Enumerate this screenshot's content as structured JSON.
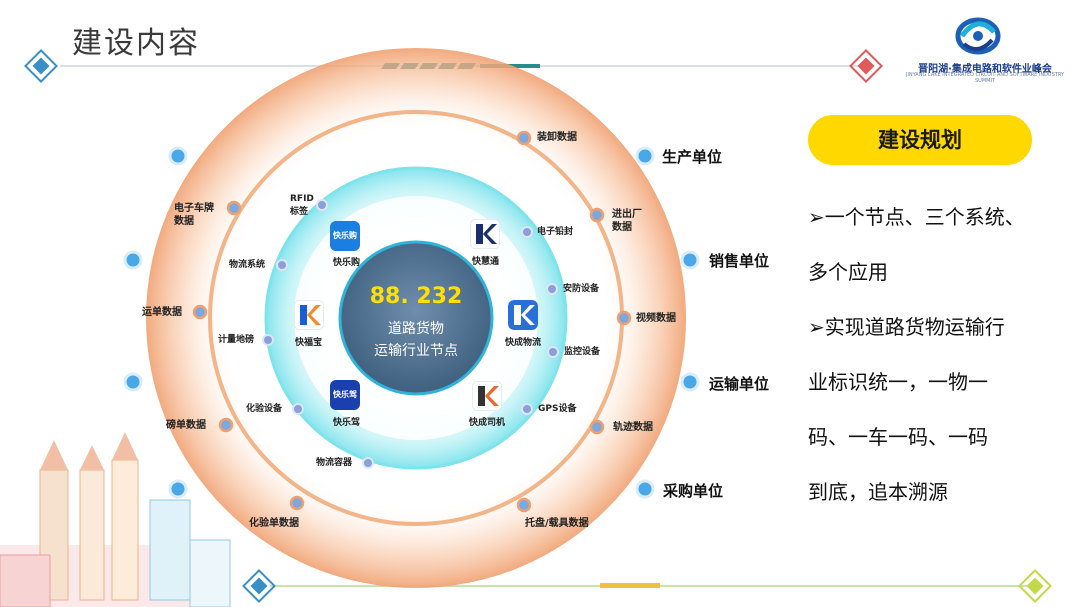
{
  "header": {
    "title": "建设内容"
  },
  "logo": {
    "name": "晋阳湖·集成电路和软件业峰会",
    "subtitle": "JINYANG LAKE INTEGRATED CIRCUIT AND SOFTWARE INDUSTRY SUMMIT"
  },
  "center": {
    "number": "88. 232",
    "line1": "道路货物",
    "line2": "运输行业节点"
  },
  "units": [
    "生产单位",
    "销售单位",
    "运输单位",
    "采购单位"
  ],
  "outer_labels": [
    "装卸数据",
    "进出厂\n数据",
    "视频数据",
    "轨迹数据",
    "托盘/载具数据",
    "化验单数据",
    "磅单数据",
    "运单数据",
    "电子车牌\n数据"
  ],
  "inner_labels": [
    "RFID\n标签",
    "物流系统",
    "计量地磅",
    "化验设备",
    "物流容器",
    "GPS设备",
    "监控设备",
    "安防设备",
    "电子铅封"
  ],
  "apps": [
    "快乐购",
    "快福宝",
    "快乐驾",
    "快慧通",
    "快成物流",
    "快成司机"
  ],
  "app_icon_text": {
    "kuailegou": "快乐购",
    "kuaileja": "快乐驾"
  },
  "plan": {
    "button": "建设规划",
    "lines": [
      "➢一个节点、三个系统、",
      "多个应用",
      "➢实现道路货物运输行",
      "业标识统一，一物一",
      "码、一车一码、一码",
      "到底，追本溯源"
    ]
  },
  "colors": {
    "accent_yellow": "#ffd800",
    "ring_orange": "#f0a070",
    "ring_cyan": "#7fe3ec",
    "center_blue": "#4f6f92",
    "dot_blue": "#4aa8e8"
  }
}
